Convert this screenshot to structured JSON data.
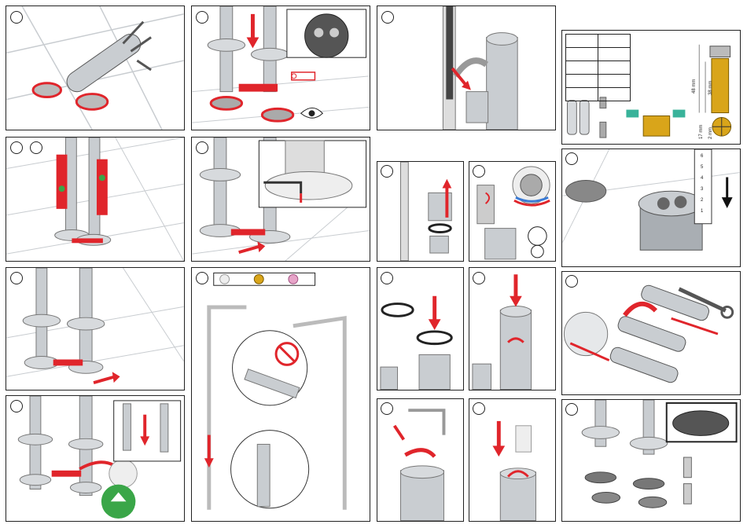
{
  "document": {
    "title": "Floor-standing bath mixer installation steps",
    "colors": {
      "accent_red": "#e0252b",
      "chrome": "#c9cdd1",
      "chrome_dark": "#8d9398",
      "tile_line": "#c8ccd0",
      "brass": "#d9a51a",
      "green": "#3aa648",
      "teal": "#39b39a",
      "pink": "#e7a4c8"
    }
  },
  "panels": [
    {
      "id": "p1",
      "icon": "cartridge-tube-icon"
    },
    {
      "id": "p2",
      "icon": "eye-icon"
    },
    {
      "id": "p3",
      "icon": "hand-shower-icon"
    },
    {
      "id": "p4",
      "icon": "spirit-level-icon"
    },
    {
      "id": "p5",
      "icon": "hex-key-icon"
    },
    {
      "id": "p6",
      "icon": "ring-icon"
    },
    {
      "id": "p7",
      "icon": "cartridge-icon"
    },
    {
      "id": "p8",
      "icon": "wrench-icon"
    },
    {
      "id": "p9",
      "icon": "pipe-icon"
    },
    {
      "id": "p10",
      "icon": "no-grease-icon"
    },
    {
      "id": "p11",
      "icon": "recycle-icon"
    }
  ],
  "dimensions": {
    "total_height": "48 mm",
    "mid_height": "38 mm",
    "small_height": "2 mm",
    "width": "17 mm"
  },
  "ruler": {
    "ticks": [
      "1",
      "2",
      "3",
      "4",
      "5",
      "6"
    ]
  }
}
